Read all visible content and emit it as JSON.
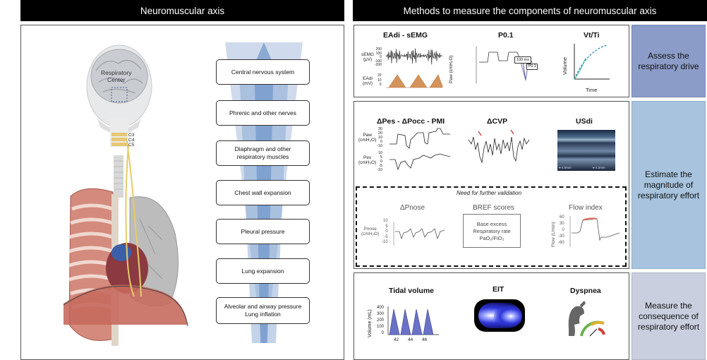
{
  "headers": {
    "left": "Neuromuscular axis",
    "right": "Methods to measure the components of neuromuscular axis"
  },
  "anatomy": {
    "brain_label_line1": "Respiratory",
    "brain_label_line2": "Center",
    "vertebrae": [
      "C3",
      "C4",
      "C5"
    ]
  },
  "axis_steps": [
    "Central nervous system",
    "Phrenic and other nerves",
    "Diaphragm and other\nrespiratory muscles",
    "Chest wall expansion",
    "Pleural pressure",
    "Lung expansion",
    "Alveolar and airway pressure\nLung inflation"
  ],
  "sections": {
    "drive": "Assess the\nrespiratory drive",
    "effort": "Estimate the\nmagnitude of\nrespiratory effort",
    "consequence": "Measure the\nconsequence of\nrespiratory effort"
  },
  "drive_panel": {
    "eadi_title": "EAdi - sEMG",
    "semg_label": "sEMG\n(µV)",
    "semg_ticks": [
      "200",
      "100",
      "0",
      "-100",
      "-200"
    ],
    "eadi_label": "EAdi\n(mV)",
    "eadi_ticks": [
      "20",
      "10",
      "0"
    ],
    "p01_title": "P0.1",
    "paw_label": "Paw (cmH₂O)",
    "ms_label": "100 ms",
    "p01_tag": "P0.1",
    "vtti_title": "Vt/Ti",
    "volume_label": "Volume",
    "time_label": "Time"
  },
  "effort_panel": {
    "pes_title": "ΔPes - ΔPocc - PMI",
    "paw_label": "Paw\n(cmH₂O)",
    "paw_ticks": [
      "30",
      "20",
      "10",
      "0",
      "-10"
    ],
    "pes_label": "Pes\n(cmH₂O)",
    "pes_ticks": [
      "10",
      "5",
      "0",
      "-5",
      "-10"
    ],
    "cvp_title": "ΔCVP",
    "usdi_title": "USdi",
    "us_left": "● 4.0mm",
    "us_right": "● 4.2mm",
    "validation_title": "Need for further validation",
    "pnose_title": "ΔPnose",
    "pnose_label": "Pnose\n(cmH₂O)",
    "pnose_ticks": [
      "10",
      "5",
      "0",
      "-5",
      "-10"
    ],
    "bref_title": "BREF scores",
    "bref_items": [
      "Base excess",
      "Respiratory rate",
      "PaO₂/FiO₂"
    ],
    "flow_title": "Flow index",
    "flow_label": "Flow (L/min)",
    "flow_ticks": [
      "60",
      "30",
      "0",
      "-30",
      "-60"
    ]
  },
  "consequence_panel": {
    "tv_title": "Tidal volume",
    "tv_label": "Volume (mL)",
    "tv_ticks": [
      "400",
      "300",
      "200",
      "100",
      "0"
    ],
    "tv_xticks": [
      "42",
      "44",
      "46"
    ],
    "eit_title": "EIT",
    "dyspnea_title": "Dyspnea"
  },
  "colors": {
    "header_bg": "#000000",
    "drive_bg": "#8c9cc8",
    "effort_bg": "#a7c3dd",
    "consequence_bg": "#c9cfdf",
    "axis_band": "#5e88c4",
    "eadi_fill": "#d4935a",
    "flow_highlight": "#e07060",
    "tv_fill": "#6a72c8"
  }
}
